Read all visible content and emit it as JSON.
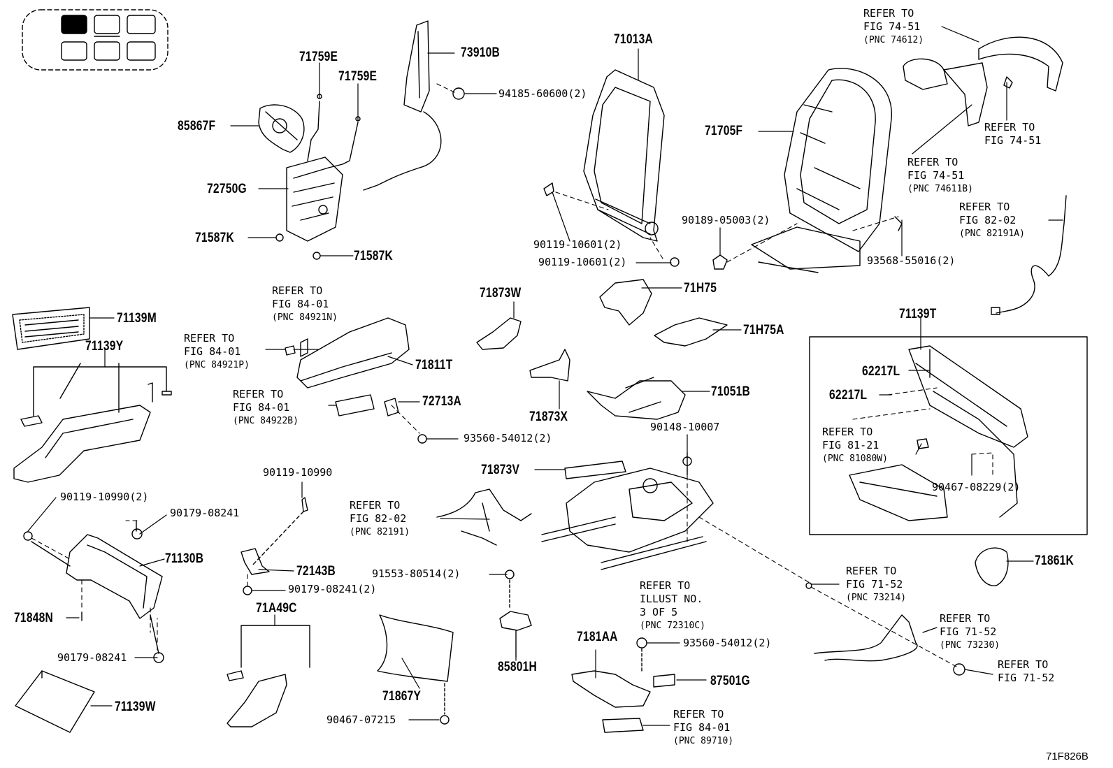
{
  "parts": {
    "p71759E_a": "71759E",
    "p71759E_b": "71759E",
    "p73910B": "73910B",
    "p71013A": "71013A",
    "p85867F": "85867F",
    "p94185": "94185-60600(2)",
    "p71705F": "71705F",
    "p72750G": "72750G",
    "p71587K_a": "71587K",
    "p71587K_b": "71587K",
    "p90119_10601_a": "90119-10601(2)",
    "p90119_10601_b": "90119-10601(2)",
    "p90189": "90189-05003(2)",
    "p93568": "93568-55016(2)",
    "p71H75": "71H75",
    "p71H75A": "71H75A",
    "p71873W": "71873W",
    "p71139M": "71139M",
    "p71139Y": "71139Y",
    "p71811T": "71811T",
    "p72713A": "72713A",
    "p71873X": "71873X",
    "p71051B": "71051B",
    "p71139T": "71139T",
    "p62217L_a": "62217L",
    "p62217L_b": "62217L",
    "p93560_a": "93560-54012(2)",
    "p90148": "90148-10007",
    "p90467_08229": "90467-08229(2)",
    "p90119_10990_top": "90119-10990",
    "p71873V": "71873V",
    "p90119_10990_2": "90119-10990(2)",
    "p90179_08241_a": "90179-08241",
    "p71130B": "71130B",
    "p72143B": "72143B",
    "p90179_08241_2": "90179-08241(2)",
    "p91553": "91553-80514(2)",
    "p71861K": "71861K",
    "p71848N": "71848N",
    "p71A49C": "71A49C",
    "p7181AA": "7181AA",
    "p93560_b": "93560-54012(2)",
    "p90179_08241_c": "90179-08241",
    "p85801H": "85801H",
    "p87501G": "87501G",
    "p71139W": "71139W",
    "p71867Y": "71867Y",
    "p90467_07215": "90467-07215"
  },
  "refers": {
    "r74612": {
      "l1": "REFER TO",
      "l2": "FIG 74-51",
      "l3": "(PNC 74612)"
    },
    "r74_51_right": {
      "l1": "REFER TO",
      "l2": "FIG 74-51"
    },
    "r74611B": {
      "l1": "REFER TO",
      "l2": "FIG 74-51",
      "l3": "(PNC 74611B)"
    },
    "r82191A": {
      "l1": "REFER TO",
      "l2": "FIG 82-02",
      "l3": "(PNC 82191A)"
    },
    "r84921N": {
      "l1": "REFER TO",
      "l2": "FIG 84-01",
      "l3": "(PNC 84921N)"
    },
    "r84921P": {
      "l1": "REFER TO",
      "l2": "FIG 84-01",
      "l3": "(PNC 84921P)"
    },
    "r84922B": {
      "l1": "REFER TO",
      "l2": "FIG 84-01",
      "l3": "(PNC 84922B)"
    },
    "r81080W": {
      "l1": "REFER TO",
      "l2": "FIG 81-21",
      "l3": "(PNC 81080W)"
    },
    "r82191": {
      "l1": "REFER TO",
      "l2": "FIG 82-02",
      "l3": "(PNC 82191)"
    },
    "r73214": {
      "l1": "REFER TO",
      "l2": "FIG 71-52",
      "l3": "(PNC 73214)"
    },
    "r72310C": {
      "l1": "REFER TO",
      "l2": "ILLUST NO.",
      "l3": "3 OF 5",
      "l4": "(PNC 72310C)"
    },
    "r73230": {
      "l1": "REFER TO",
      "l2": "FIG 71-52",
      "l3": "(PNC 73230)"
    },
    "r71_52_bottom": {
      "l1": "REFER TO",
      "l2": "FIG 71-52"
    },
    "r89710": {
      "l1": "REFER TO",
      "l2": "FIG 84-01",
      "l3": "(PNC 89710)"
    }
  },
  "figure_code": "71F826B",
  "colors": {
    "line": "#000000",
    "background": "#ffffff",
    "selected_seat": "#000000"
  }
}
